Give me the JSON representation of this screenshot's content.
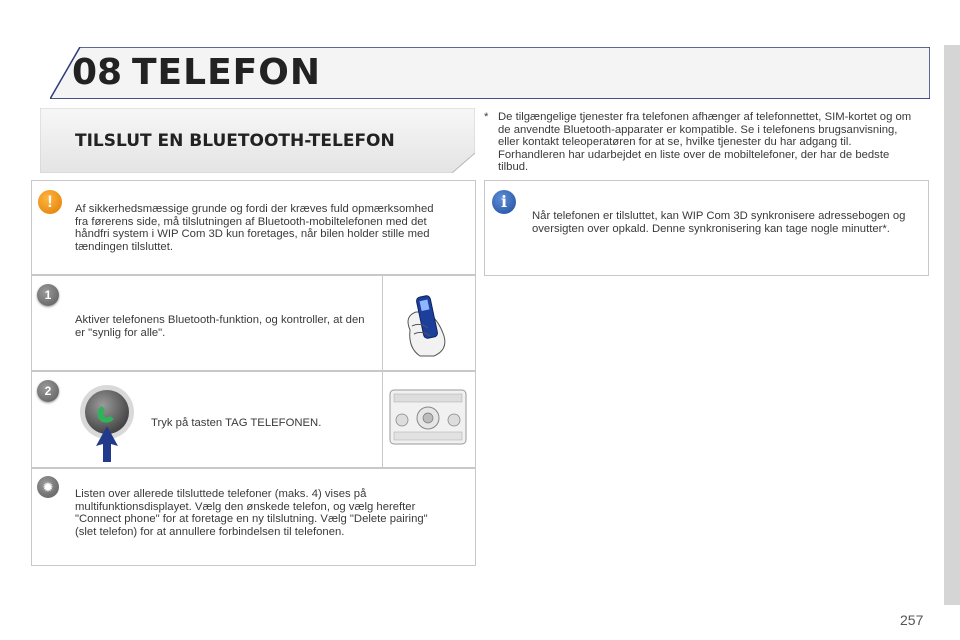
{
  "chapter": {
    "number": "08",
    "title": "TELEFON"
  },
  "section_title": "TILSLUT EN BLUETOOTH-TELEFON",
  "warning": {
    "icon": "exclamation-icon",
    "text": "Af sikkerhedsmæssige grunde og fordi der kræves fuld opmærksomhed fra førerens side, må tilslutningen af Bluetooth-mobiltelefonen med det håndfri system i WIP Com 3D kun foretages, når bilen holder stille med tændingen tilsluttet."
  },
  "steps": [
    {
      "badge": "1",
      "text": "Aktiver telefonens Bluetooth-funktion, og kontroller, at den er \"synlig for alle\"."
    },
    {
      "badge": "2",
      "text": "Tryk på tasten TAG TELEFONEN."
    }
  ],
  "tip": {
    "icon": "sun-icon",
    "text": "Listen over allerede tilsluttede telefoner (maks. 4) vises på multifunktionsdisplayet. Vælg den ønskede telefon, og vælg herefter \"Connect phone\" for at foretage en ny tilslutning. Vælg \"Delete pairing\" (slet telefon) for at annullere forbindelsen til telefonen."
  },
  "footnote": {
    "marker": "*",
    "text": "De tilgængelige tjenester fra telefonen afhænger af telefonnettet, SIM-kortet og om de anvendte Bluetooth-apparater er kompatible. Se i telefonens brugsanvisning, eller kontakt teleoperatøren for at se, hvilke tjenester du har adgang til. Forhandleren har udarbejdet en liste over de mobiltelefoner, der har de bedste tilbud."
  },
  "info": {
    "icon": "info-icon",
    "text": "Når telefonen er tilsluttet, kan WIP Com 3D synkronisere adressebogen og oversigten over opkald. Denne synkronisering kan tage nogle minutter*."
  },
  "page_number": "257",
  "colors": {
    "accent": "#2a3b78",
    "panel": "#eeeeee",
    "sidebar": "#d5d5d5"
  }
}
